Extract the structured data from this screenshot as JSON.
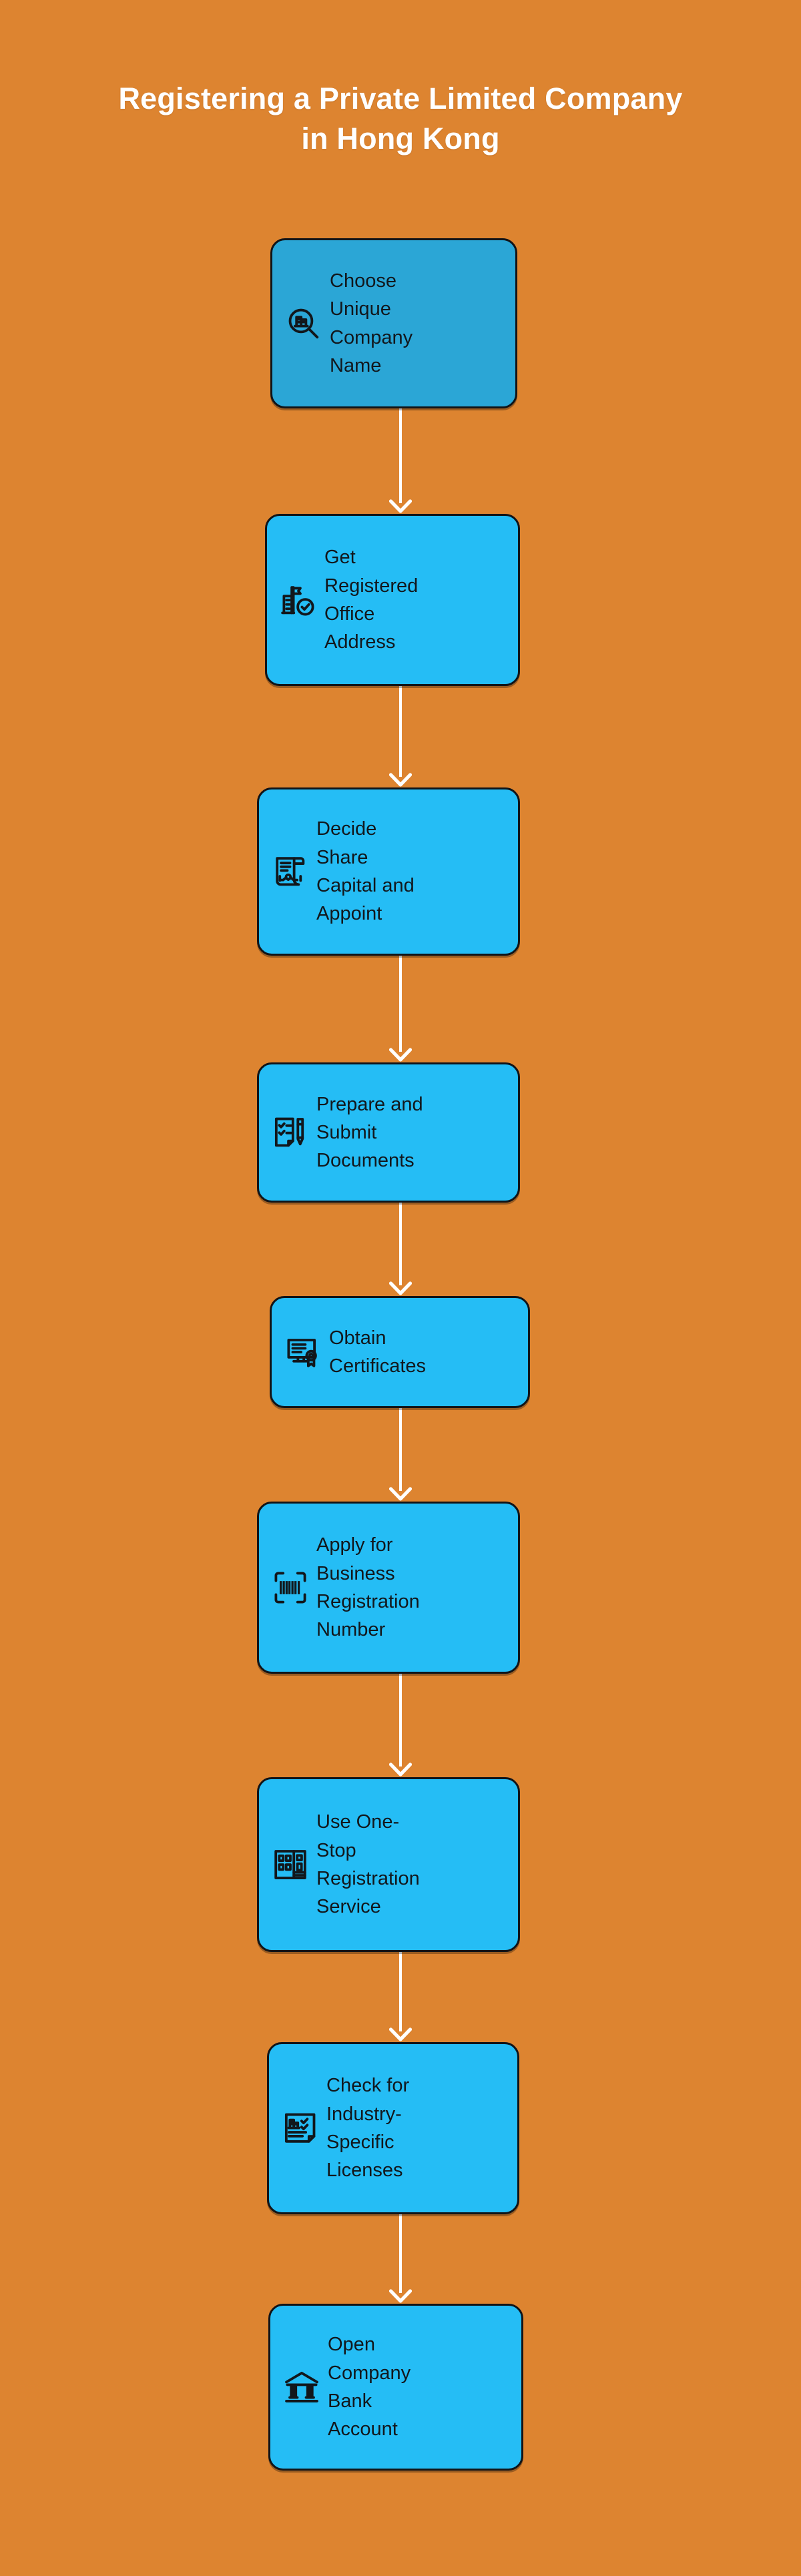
{
  "page": {
    "background_color": "#DD8430",
    "node_fill_color": "#25BDF5",
    "node_fill_color_first": "#2BA6D6",
    "node_border_color": "#111418",
    "connector_color": "#FFFFFF",
    "title_color": "#FFFFFF",
    "label_color": "#12171C"
  },
  "title": {
    "text": "Registering a Private Limited Company\nin Hong Kong"
  },
  "chart_data": {
    "type": "diagram",
    "diagram_type": "vertical-flowchart",
    "title": "Registering a Private Limited Company in Hong Kong",
    "direction": "top-to-bottom",
    "node_count": 9,
    "connector_count": 8,
    "steps": [
      "Choose Unique Company Name",
      "Get Registered Office Address",
      "Decide Share Capital and Appoint",
      "Prepare and Submit Documents",
      "Obtain Certificates",
      "Apply for Business Registration Number",
      "Use One-Stop Registration Service",
      "Check for Industry-Specific Licenses",
      "Open Company Bank Account"
    ]
  },
  "flow": {
    "nodes": [
      {
        "id": "step-1",
        "index": 1,
        "label": "Choose\nUnique\nCompany\nName",
        "icon": "magnifier-building-icon",
        "highlighted": true
      },
      {
        "id": "step-2",
        "index": 2,
        "label": "Get\nRegistered\nOffice\nAddress",
        "icon": "office-building-check-icon",
        "highlighted": false
      },
      {
        "id": "step-3",
        "index": 3,
        "label": "Decide\nShare\nCapital and\nAppoint",
        "icon": "contract-handshake-icon",
        "highlighted": false
      },
      {
        "id": "step-4",
        "index": 4,
        "label": "Prepare and\nSubmit\nDocuments",
        "icon": "checklist-pen-icon",
        "highlighted": false
      },
      {
        "id": "step-5",
        "index": 5,
        "label": "Obtain\nCertificates",
        "icon": "certificate-seal-icon",
        "highlighted": false
      },
      {
        "id": "step-6",
        "index": 6,
        "label": "Apply for\nBusiness\nRegistration\nNumber",
        "icon": "barcode-scan-icon",
        "highlighted": false
      },
      {
        "id": "step-7",
        "index": 7,
        "label": "Use One-\nStop\nRegistration\nService",
        "icon": "office-grid-icon",
        "highlighted": false
      },
      {
        "id": "step-8",
        "index": 8,
        "label": "Check for\nIndustry-\nSpecific\nLicenses",
        "icon": "document-checks-building-icon",
        "highlighted": false
      },
      {
        "id": "step-9",
        "index": 9,
        "label": "Open\nCompany\nBank\nAccount",
        "icon": "bank-icon",
        "highlighted": false
      }
    ],
    "connectors": [
      {
        "id": "arrow-1-2",
        "from": "step-1",
        "to": "step-2"
      },
      {
        "id": "arrow-2-3",
        "from": "step-2",
        "to": "step-3"
      },
      {
        "id": "arrow-3-4",
        "from": "step-3",
        "to": "step-4"
      },
      {
        "id": "arrow-4-5",
        "from": "step-4",
        "to": "step-5"
      },
      {
        "id": "arrow-5-6",
        "from": "step-5",
        "to": "step-6"
      },
      {
        "id": "arrow-6-7",
        "from": "step-6",
        "to": "step-7"
      },
      {
        "id": "arrow-7-8",
        "from": "step-7",
        "to": "step-8"
      },
      {
        "id": "arrow-8-9",
        "from": "step-8",
        "to": "step-9"
      }
    ]
  }
}
